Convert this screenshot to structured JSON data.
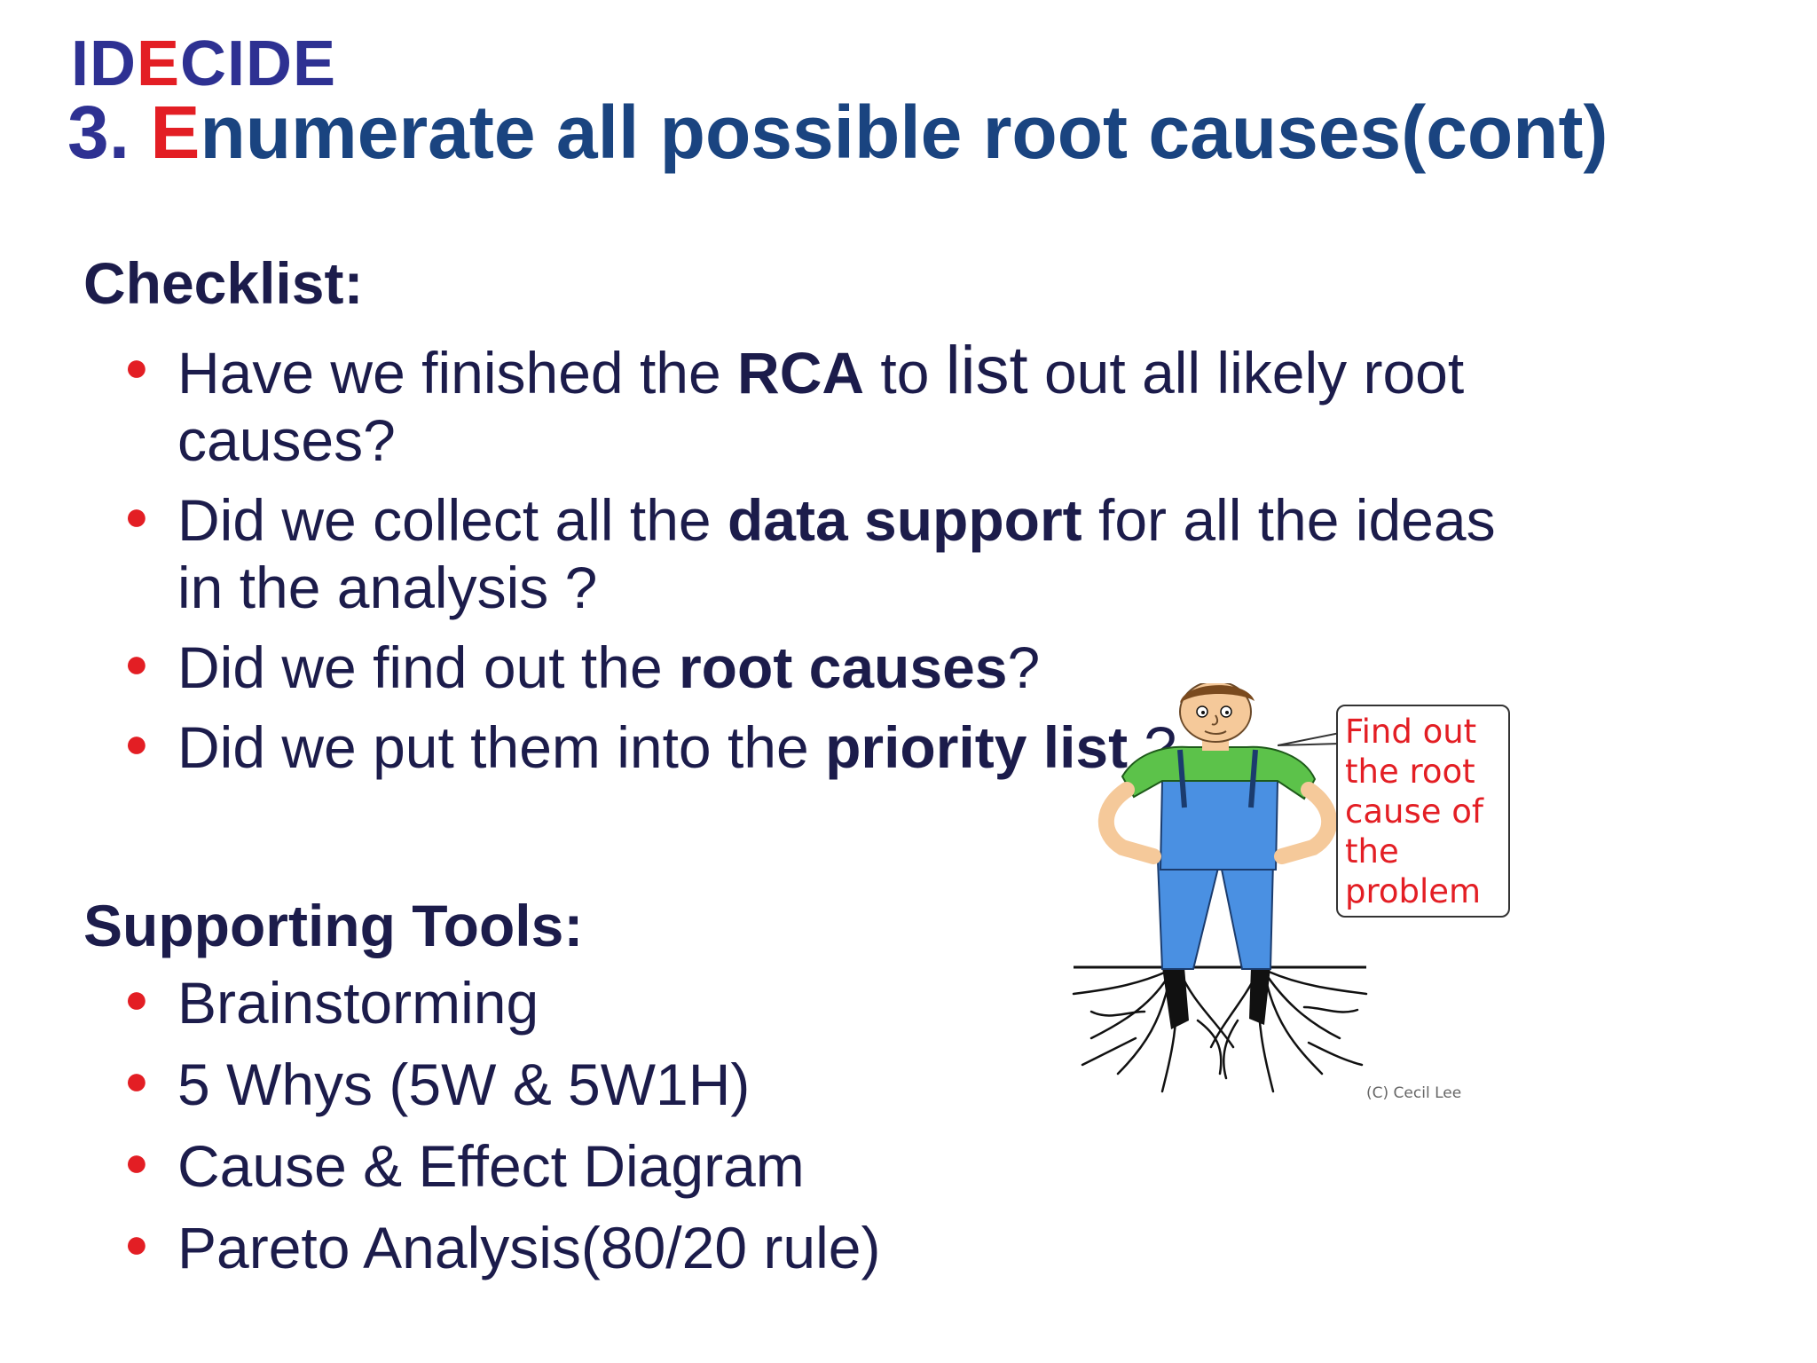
{
  "header": {
    "brand": {
      "pre": "ID",
      "accent": "E",
      "post": "CIDE"
    },
    "title": {
      "number": "3. ",
      "accent": "E",
      "rest": "numerate all possible root causes(cont)"
    }
  },
  "checklist": {
    "heading": "Checklist:",
    "items": [
      {
        "a": "Have we finished the ",
        "b": "RCA",
        "c": " to ",
        "d": "list",
        "e": " out all likely root causes?"
      },
      {
        "a": "Did we collect all the ",
        "b": "data support",
        "c": " for all the ideas in the analysis ?"
      },
      {
        "a": "Did we find out the ",
        "b": "root causes",
        "c": "?"
      },
      {
        "a": "Did we put them into the ",
        "b": "priority list",
        "c": " ?"
      }
    ]
  },
  "tools": {
    "heading": "Supporting Tools:",
    "items": [
      "Brainstorming",
      "5 Whys (5W & 5W1H)",
      "Cause & Effect Diagram",
      "Pareto Analysis(80/20 rule)"
    ]
  },
  "illustration": {
    "bubble_lines": [
      "Find out",
      "the root",
      "cause of",
      "the",
      "problem"
    ],
    "credit": "(C) Cecil Lee",
    "colors": {
      "overalls": "#4a90e2",
      "shirt": "#5cc24a",
      "skin": "#f5c99a",
      "hair": "#7a4a1e",
      "bubble_text": "#e31e24"
    }
  },
  "colors": {
    "accent": "#e31e24",
    "brand": "#2e3192",
    "title": "#1a4480",
    "text": "#1c1c4b"
  }
}
